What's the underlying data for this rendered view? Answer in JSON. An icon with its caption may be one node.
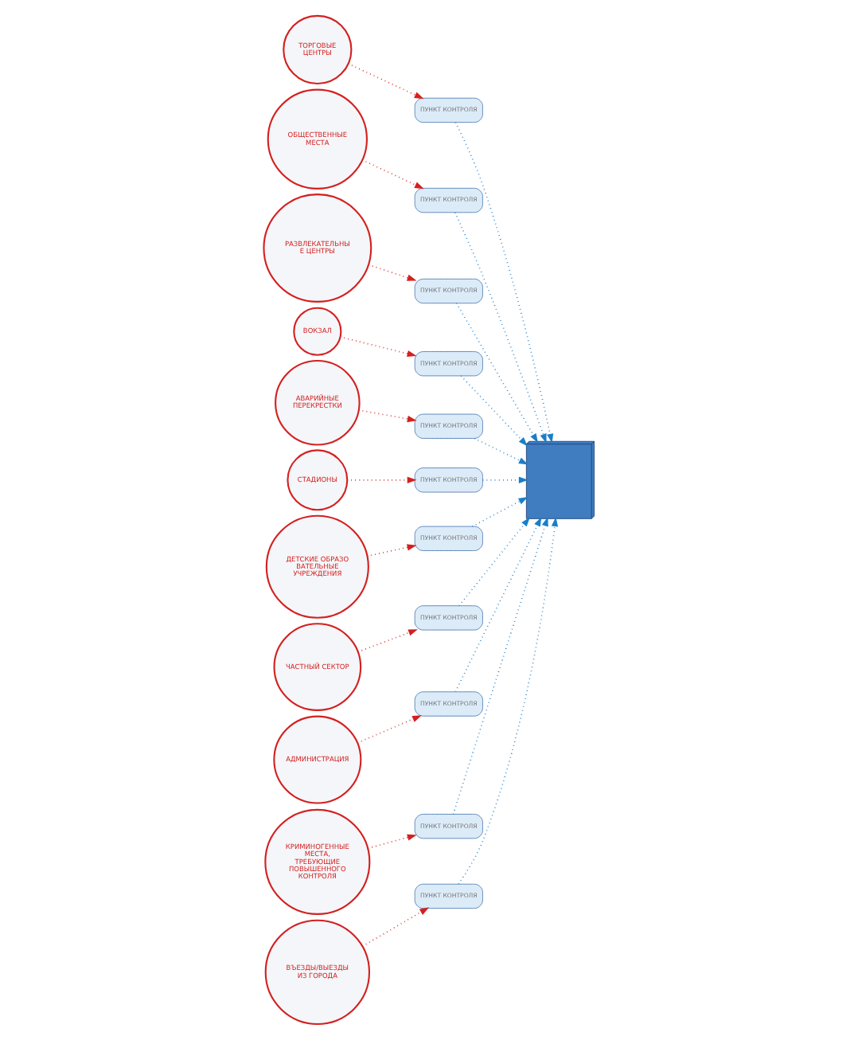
{
  "diagram": {
    "nodes": [
      {
        "text": [
          "ВЪЕЗДЫ/ВЫЕЗДЫ ИЗ ГОРОДА"
        ]
      },
      {
        "text": [
          "ТОРГОВЫЕ ЦЕНТРЫ"
        ]
      },
      {
        "text": [
          "ОБЩЕСТВЕННЫЕ МЕСТА"
        ]
      },
      {
        "text": [
          "ВОКЗАЛ"
        ]
      },
      {
        "text": [
          "РАЗВЛЕКАТЕЛЬНЫЕ ЦЕНТРЫ"
        ]
      },
      {
        "text": [
          "СТАДИОНЫ"
        ]
      },
      {
        "text": [
          "АВАРИЙНЫЕ ПЕРЕКРЕСТКИ"
        ]
      },
      {
        "text": [
          "АДМИНИСТРАЦИЯ"
        ]
      },
      {
        "text": [
          "ДЕТСКИЕ ОБРАЗОВАТЕЛЬНЫЕ УЧРЕЖДЕНИЯ"
        ]
      },
      {
        "text": [
          "ЧАСТНЫЙ СЕКТОР"
        ]
      },
      {
        "text": [
          "КРИМИНОГЕННЫЕ МЕСТА, ТРЕБУЮЩИЕ ПОВЫШЕННОГО КОНТРОЛЯ"
        ]
      },
      {
        "text": [
          "ПУНКТ КОНТРОЛЯ"
        ]
      },
      {
        "text": [
          "ПУНКТ КОНТРОЛЯ"
        ]
      },
      {
        "text": [
          "ПУНКТ КОНТРОЛЯ"
        ]
      },
      {
        "text": [
          "ПУНКТ КОНТРОЛЯ"
        ]
      },
      {
        "text": [
          "ПУНКТ КОНТРОЛЯ"
        ]
      },
      {
        "text": [
          "ПУНКТ КОНТРОЛЯ"
        ]
      },
      {
        "text": [
          "ПУНКТ КОНТРОЛЯ"
        ]
      },
      {
        "text": [
          "ПУНКТ КОНТРОЛЯ"
        ]
      },
      {
        "text": [
          "ПУНКТ КОНТРОЛЯ"
        ]
      },
      {
        "text": [
          "ПУНКТ КОНТРОЛЯ"
        ]
      },
      {
        "text": [
          "ПУНКТ КОНТРОЛЯ"
        ]
      },
      {
        "text": [],
        "shape": "picture"
      }
    ],
    "edges": [
      {
        "from": 0,
        "to": 11,
        "arrow": "to",
        "style": "dashed",
        "color": "#d42020"
      },
      {
        "from": 1,
        "to": 12,
        "arrow": "to",
        "style": "dashed",
        "color": "#d42020"
      },
      {
        "from": 2,
        "to": 13,
        "arrow": "to",
        "style": "dashed",
        "color": "#d42020"
      },
      {
        "from": 4,
        "to": 14,
        "arrow": "to",
        "style": "dashed",
        "color": "#d42020"
      },
      {
        "from": 3,
        "to": 15,
        "arrow": "to",
        "style": "dashed",
        "color": "#d42020"
      },
      {
        "from": 6,
        "to": 16,
        "arrow": "to",
        "style": "dashed",
        "color": "#d42020"
      },
      {
        "from": 5,
        "to": 17,
        "arrow": "to",
        "style": "dashed",
        "color": "#d42020"
      },
      {
        "from": 8,
        "to": 18,
        "arrow": "to",
        "style": "dashed",
        "color": "#d42020"
      },
      {
        "from": 9,
        "to": 19,
        "arrow": "to",
        "style": "dashed",
        "color": "#d42020"
      },
      {
        "from": 7,
        "to": 20,
        "arrow": "to",
        "style": "dashed",
        "color": "#d42020"
      },
      {
        "from": 10,
        "to": 21,
        "arrow": "to",
        "style": "dashed",
        "color": "#d42020"
      },
      {
        "from": 11,
        "to": 22,
        "arrow": "to",
        "style": "dashed",
        "color": "#1a7fc8"
      },
      {
        "from": 12,
        "to": 22,
        "arrow": "to",
        "style": "dashed",
        "color": "#1a7fc8"
      },
      {
        "from": 13,
        "to": 22,
        "arrow": "to",
        "style": "dashed",
        "color": "#1a7fc8"
      },
      {
        "from": 14,
        "to": 22,
        "arrow": "to",
        "style": "dashed",
        "color": "#1a7fc8"
      },
      {
        "from": 15,
        "to": 22,
        "arrow": "to",
        "style": "dashed",
        "color": "#1a7fc8"
      },
      {
        "from": 16,
        "to": 22,
        "arrow": "to",
        "style": "dashed",
        "color": "#1a7fc8"
      },
      {
        "from": 17,
        "to": 22,
        "arrow": "to",
        "style": "dashed",
        "color": "#1a7fc8"
      },
      {
        "from": 18,
        "to": 22,
        "arrow": "to",
        "style": "dashed",
        "color": "#1a7fc8"
      },
      {
        "from": 19,
        "to": 22,
        "arrow": "to",
        "style": "dashed",
        "color": "#1a7fc8"
      },
      {
        "from": 20,
        "to": 22,
        "arrow": "to",
        "style": "dashed",
        "color": "#1a7fc8"
      },
      {
        "from": 21,
        "to": 22,
        "arrow": "to",
        "style": "dashed",
        "color": "#1a7fc8"
      }
    ]
  }
}
